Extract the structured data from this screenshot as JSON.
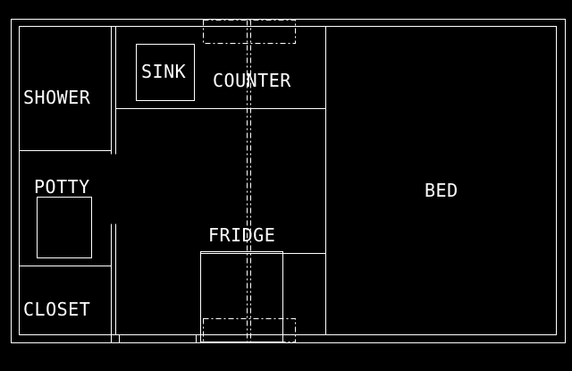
{
  "colors": {
    "background": "#000000",
    "line": "#ffffff"
  },
  "labels": {
    "shower": "SHOWER",
    "sink": "SINK",
    "counter": "COUNTER",
    "potty": "POTTY",
    "closet": "CLOSET",
    "fridge": "FRIDGE",
    "bed": "BED"
  }
}
